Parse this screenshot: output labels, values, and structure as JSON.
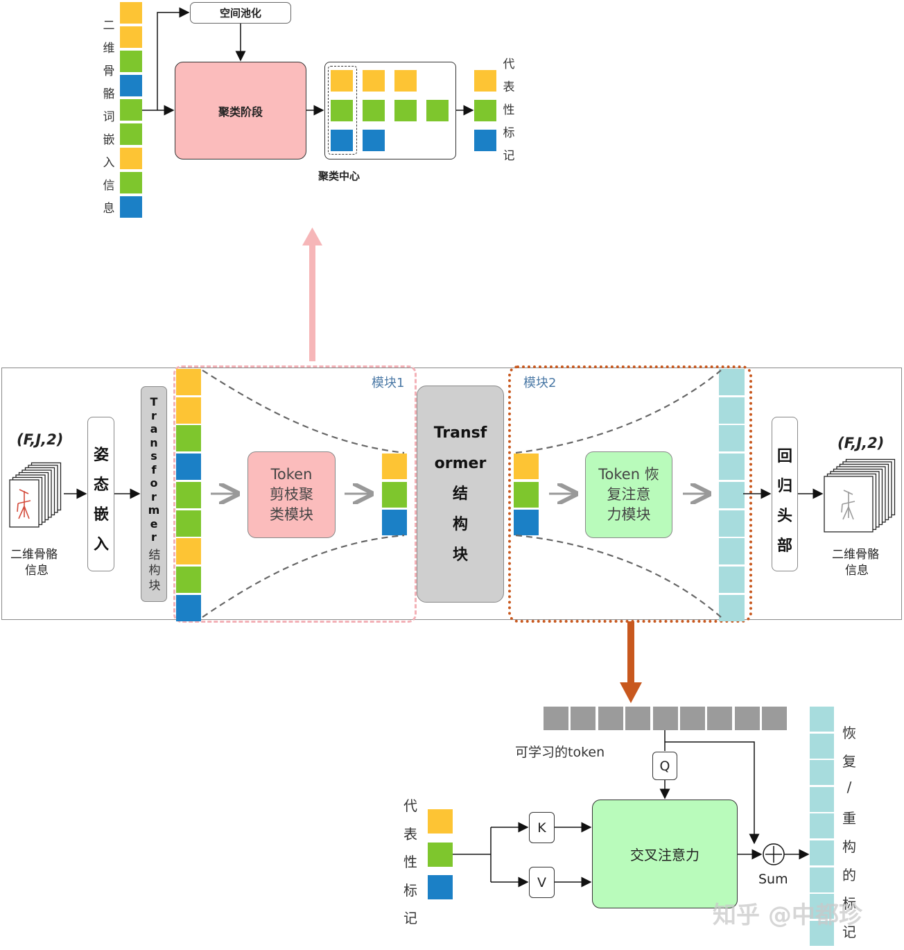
{
  "colors": {
    "yellow": "#fdc434",
    "green": "#7ec62d",
    "blue": "#1b80c6",
    "cyan": "#a7dcdd",
    "gray_token": "#9b9b9b",
    "pink": "#fbbcbc",
    "light_green": "#b9fbbb",
    "orange_dash": "#c8581e",
    "pink_dash": "#f3b0b6"
  },
  "top": {
    "left_vertical_label": [
      "二",
      "维",
      "骨",
      "骼",
      "词",
      "嵌",
      "入",
      "信",
      "息"
    ],
    "left_column_colors": [
      "yellow",
      "yellow",
      "green",
      "blue",
      "green",
      "green",
      "yellow",
      "green",
      "blue"
    ],
    "spatial_pooling": "空间池化",
    "clustering_stage": "聚类阶段",
    "cluster_center_label": "聚类中心",
    "cluster_rows": [
      [
        "yellow",
        "yellow",
        "yellow"
      ],
      [
        "green",
        "green",
        "green",
        "green"
      ],
      [
        "blue",
        "blue"
      ]
    ],
    "output_colors": [
      "yellow",
      "green",
      "blue"
    ],
    "output_label": [
      "代",
      "表",
      "性",
      "标",
      "记"
    ]
  },
  "main": {
    "input_shape": "(F,J,2)",
    "input_label_line1": "二维骨骼",
    "input_label_line2": "信息",
    "pose_embed": [
      "姿",
      "态",
      "嵌",
      "入"
    ],
    "transformer_block_letters": [
      "T",
      "r",
      "a",
      "n",
      "s",
      "f",
      "o",
      "r",
      "m",
      "e",
      "r"
    ],
    "transformer_block_cn": [
      "结",
      "构",
      "块"
    ],
    "token_column_colors": [
      "yellow",
      "yellow",
      "green",
      "blue",
      "green",
      "green",
      "yellow",
      "green",
      "blue"
    ],
    "module1_label": "模块1",
    "module2_label": "模块2",
    "prune_lines": [
      "Token",
      "剪枝聚",
      "类模块"
    ],
    "pruned_colors": [
      "yellow",
      "green",
      "blue"
    ],
    "center_transformer": [
      "Transf",
      "ormer",
      "结",
      "构",
      "块"
    ],
    "recover_input_colors": [
      "yellow",
      "green",
      "blue"
    ],
    "recover_lines": [
      "Token 恢",
      "复注意",
      "力模块"
    ],
    "recovered_count": 9,
    "regression_head": [
      "回",
      "归",
      "头",
      "部"
    ],
    "output_shape": "(F,J,2)",
    "output_label_line1": "二维骨骼",
    "output_label_line2": "信息"
  },
  "bottom": {
    "learnable_count": 9,
    "learnable_label": "可学习的token",
    "q": "Q",
    "k": "K",
    "v": "V",
    "cross_attention": "交叉注意力",
    "sum": "Sum",
    "rep_label": [
      "代",
      "表",
      "性",
      "标",
      "记"
    ],
    "rep_colors": [
      "yellow",
      "green",
      "blue"
    ],
    "recovered_label": [
      "恢",
      "复",
      "/",
      "重",
      "构",
      "的",
      "标",
      "记"
    ],
    "recovered_count": 9
  },
  "watermark": "知乎 @中都珍"
}
